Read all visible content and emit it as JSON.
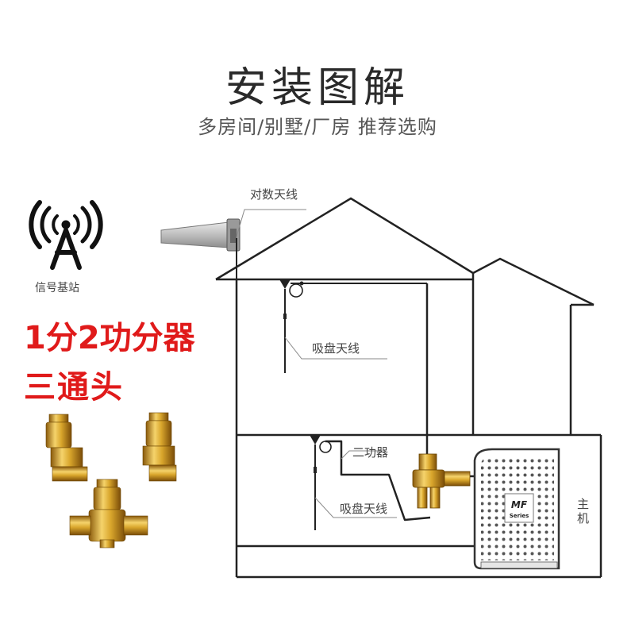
{
  "header": {
    "title": "安装图解",
    "subtitle": "多房间/别墅/厂房 推荐选购"
  },
  "base_station": {
    "label": "信号基站"
  },
  "promo": {
    "line1": "1分2功分器",
    "line2": "三通头"
  },
  "labels": {
    "log_antenna": "对数天线",
    "sucker_antenna_upper": "吸盘天线",
    "sucker_antenna_lower": "吸盘天线",
    "splitter": "二功器",
    "host_line1": "主",
    "host_line2": "机",
    "device_brand": "MF",
    "device_series": "Series"
  },
  "colors": {
    "promo": "#e01a1a",
    "line": "#222222",
    "connector_gold": "#d9a62c"
  }
}
